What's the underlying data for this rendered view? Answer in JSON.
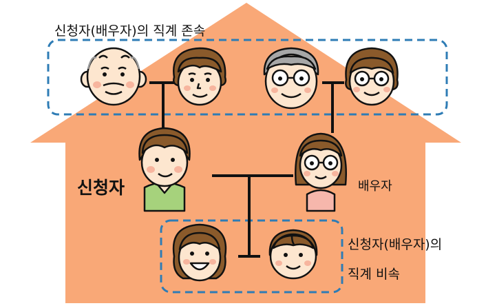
{
  "labels": {
    "ascendants_caption": "신청자(배우자)의 직계 존속",
    "applicant": "신청자",
    "spouse": "배우자",
    "descendants_line1": "신청자(배우자)의 ",
    "descendants_line2": "직계 비속"
  },
  "colors": {
    "house": "#f9a877",
    "dashed_box": "#2e7cb5",
    "line": "#111111",
    "skin": "#fde6cf",
    "cheek": "#f7b59e",
    "applicant_shirt": "#a6d27c",
    "spouse_shirt": "#f6b7ac",
    "brown_hair": "#8a5a2b",
    "grey_hair": "#a7a7a7"
  },
  "icons": [
    "grandfather-icon",
    "grandmother-icon",
    "grey-grandfather-icon",
    "glasses-grandmother-icon",
    "applicant-icon",
    "spouse-icon",
    "daughter-icon",
    "son-icon"
  ]
}
